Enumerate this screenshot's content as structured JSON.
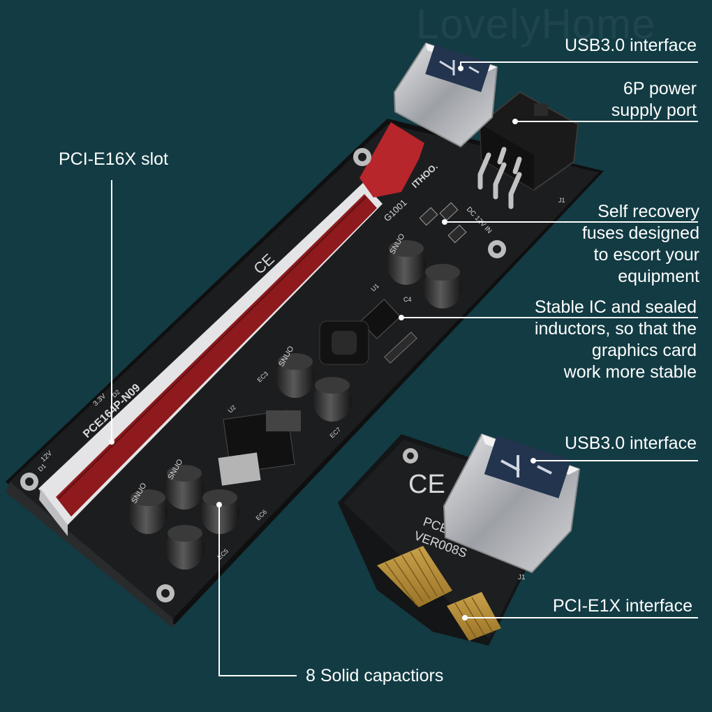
{
  "watermark": "LovelyHome",
  "labels": {
    "usb_top": "USB3.0 interface",
    "power_port": "6P power\nsupply port",
    "pcie16": "PCI-E16X slot",
    "fuses": "Self recovery\nfuses designed\nto escort your\nequipment",
    "stable_ic": "Stable IC and sealed\ninductors, so that the\ngraphics card\nwork more stable",
    "usb_bottom": "USB3.0 interface",
    "pcie1": "PCI-E1X interface",
    "capacitors": "8 Solid capactiors"
  },
  "pcb_markings": {
    "main_model": "PCE164P-N09",
    "brand": "ITHOO.",
    "code": "G1001",
    "dc_in": "DC 12V IN",
    "v12": "12V",
    "v33": "3.3V",
    "u1": "U1",
    "u2": "U2",
    "ec3": "EC3",
    "ec5": "EC5",
    "ec6": "EC6",
    "ec7": "EC7",
    "d1": "D1",
    "d2": "D2",
    "c4": "C4",
    "j1": "J1",
    "cap_text": "SNUO",
    "adapter_model": "PCE2PCE-N04",
    "adapter_ver": "VER008S",
    "ce": "CE"
  }
}
